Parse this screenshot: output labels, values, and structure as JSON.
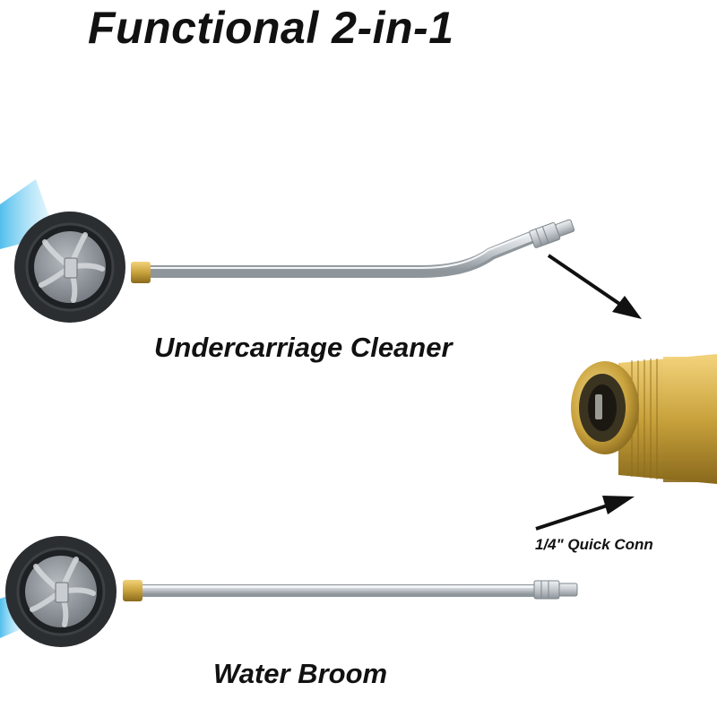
{
  "title": "Functional 2-in-1",
  "products": [
    {
      "label": "Undercarriage Cleaner",
      "icon": "undercarriage-cleaner-wand"
    },
    {
      "label": "Water Broom",
      "icon": "water-broom-wand"
    }
  ],
  "connector": {
    "label": "1/4\" Quick Conn",
    "icon": "brass-quick-connector"
  },
  "colors": {
    "brass": "#c9a23c",
    "steel": "#c8cdd2",
    "wheel_dark": "#2b2e31",
    "wheel_plate": "#8d9399",
    "water_spray": "#5cc8f0",
    "text": "#111111"
  }
}
